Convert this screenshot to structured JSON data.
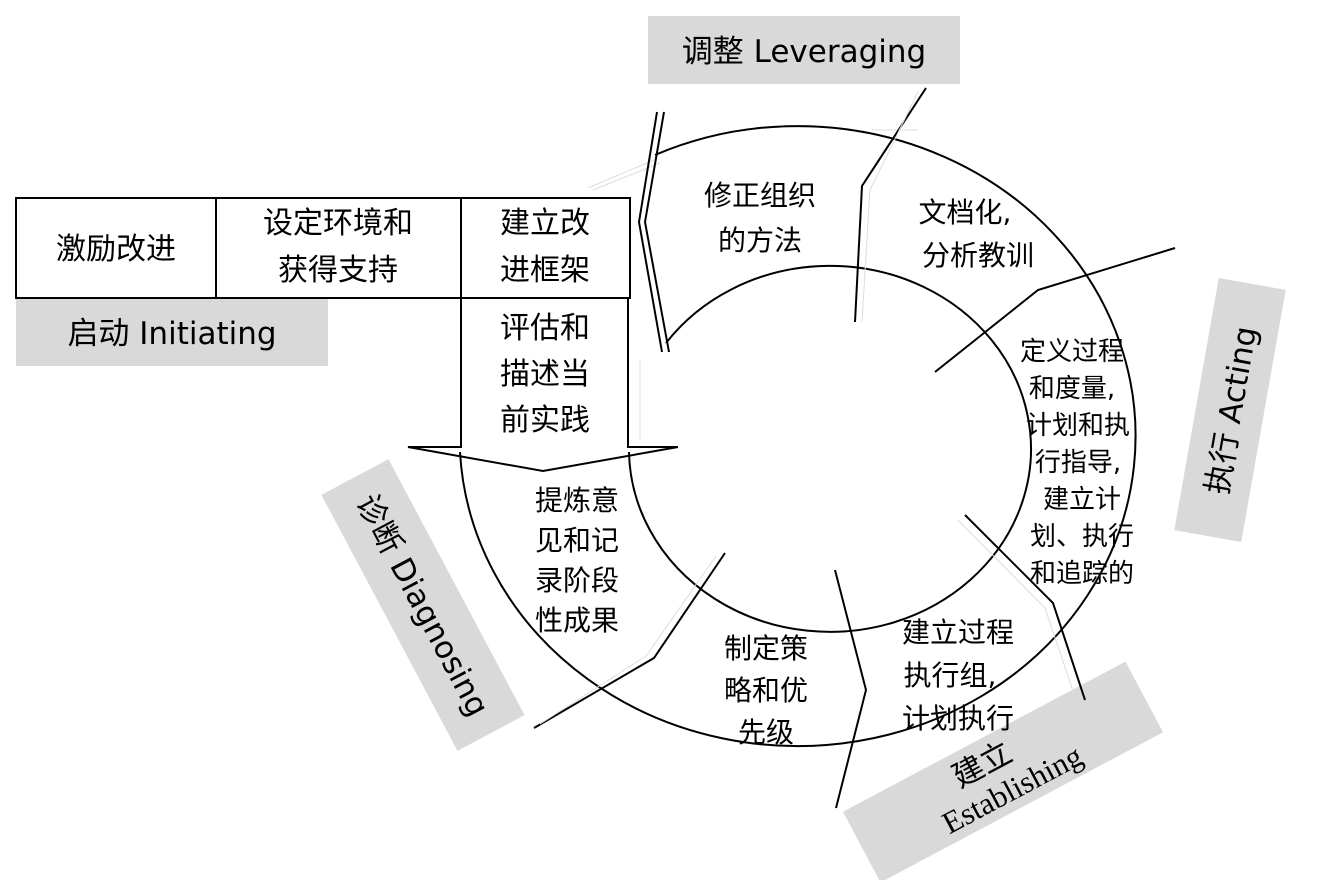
{
  "phases": {
    "initiating": "启动 Initiating",
    "diagnosing": "诊断 Diagnosing",
    "establishing_cn": "建立",
    "establishing_en": "Establishing",
    "acting": "执行 Acting",
    "leveraging": "调整 Leveraging"
  },
  "initiating_steps": {
    "stimulus": "激励改进",
    "context": [
      "设定环境和",
      "获得支持"
    ],
    "infrastructure": [
      "建立改",
      "进框架"
    ],
    "assess": [
      "评估和",
      "描述当",
      "前实践"
    ]
  },
  "cycle_steps": {
    "revise": [
      "修正组织",
      "的方法"
    ],
    "document": [
      "文档化,",
      "分析教训"
    ],
    "define": [
      "定义过程",
      "和度量,",
      "计划和执",
      "行指导,",
      "建立计",
      "划、执行",
      "和追踪的"
    ],
    "establish_team": [
      "建立过程",
      "执行组,",
      "计划执行"
    ],
    "strategy": [
      "制定策",
      "略和优",
      "先级"
    ],
    "recommend": [
      "提炼意",
      "见和记",
      "录阶段",
      "性成果"
    ]
  },
  "colors": {
    "phase_box": "#d9d9d9",
    "line": "#000000"
  }
}
